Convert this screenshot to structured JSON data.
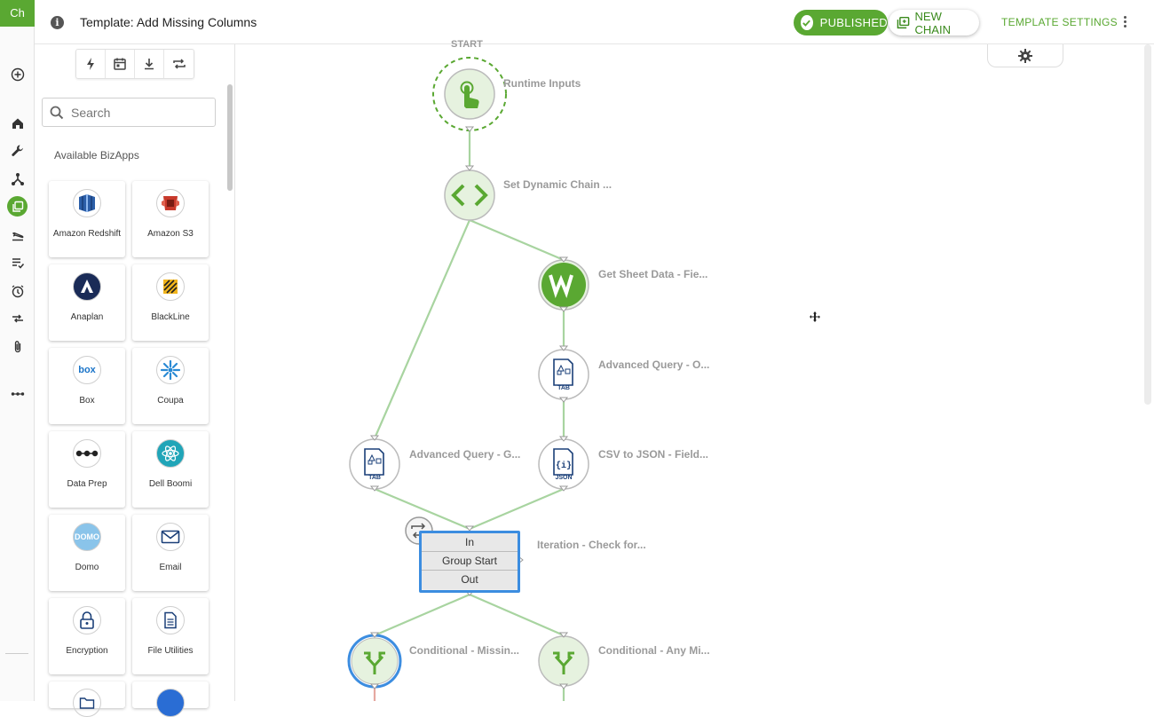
{
  "rail": {
    "logo": "Ch"
  },
  "header": {
    "title": "Template: Add Missing Columns",
    "info_icon": "i",
    "published_label": "PUBLISHED",
    "new_chain_label": "NEW CHAIN",
    "template_settings_label": "TEMPLATE SETTINGS"
  },
  "palette": {
    "search_placeholder": "Search",
    "section_label": "Available BizApps",
    "apps": [
      {
        "label": "Amazon Redshift"
      },
      {
        "label": "Amazon S3"
      },
      {
        "label": "Anaplan"
      },
      {
        "label": "BlackLine"
      },
      {
        "label": "Box"
      },
      {
        "label": "Coupa"
      },
      {
        "label": "Data Prep"
      },
      {
        "label": "Dell Boomi"
      },
      {
        "label": "Domo"
      },
      {
        "label": "Email"
      },
      {
        "label": "Encryption"
      },
      {
        "label": "File Utilities"
      }
    ]
  },
  "canvas": {
    "start_label": "START",
    "nodes": {
      "runtime_inputs": "Runtime Inputs",
      "set_dynamic_chain": "Set Dynamic Chain ...",
      "get_sheet_data": "Get Sheet Data - Fie...",
      "advanced_query_o": "Advanced Query - O...",
      "advanced_query_g": "Advanced Query - G...",
      "csv_to_json": "CSV to JSON - Field...",
      "iteration": "Iteration - Check for...",
      "conditional_missing": "Conditional - Missin...",
      "conditional_any": "Conditional - Any Mi..."
    },
    "group": {
      "in": "In",
      "start": "Group Start",
      "out": "Out"
    },
    "icon_texts": {
      "tab": "TAB",
      "json": "JSON",
      "box": "box",
      "domo": "DOMO"
    }
  },
  "colors": {
    "brand_green": "#5aa832",
    "line_green": "#a8d4a0",
    "node_fill": "#e6f2df",
    "selection_blue": "#3c8de0",
    "label_gray": "#9a9a9a"
  }
}
